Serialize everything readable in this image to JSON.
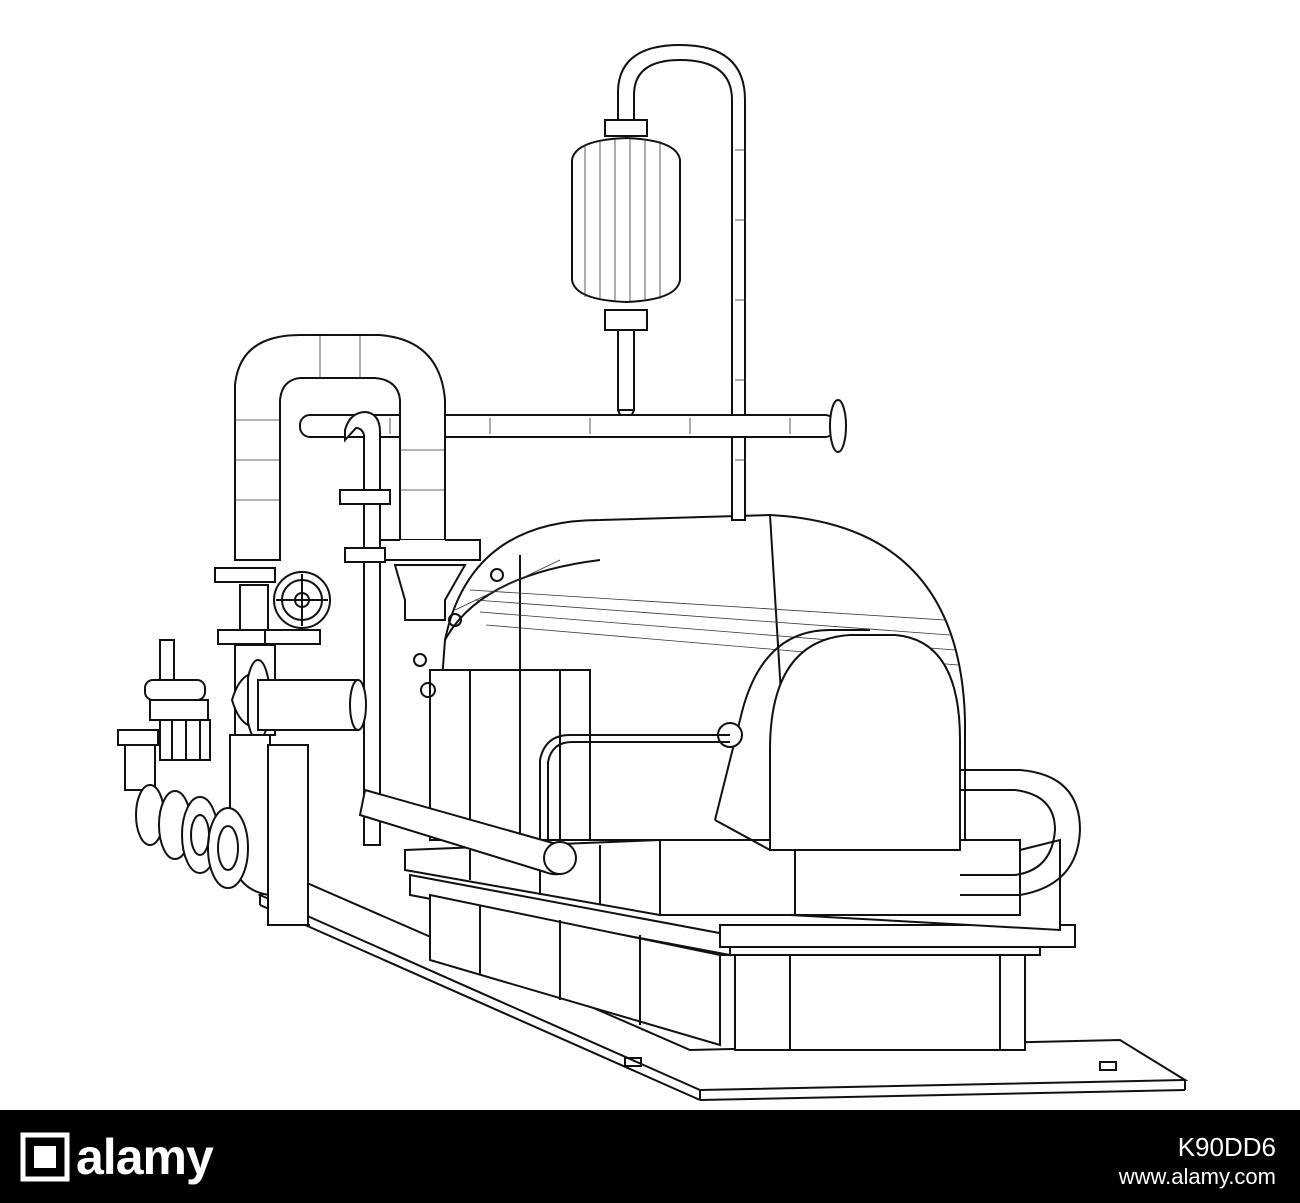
{
  "image": {
    "subject": "wireframe-technical-drawing"
  },
  "watermark": {
    "brand": "alamy",
    "stock_code": "K90DD6",
    "url": "www.alamy.com"
  },
  "colors": {
    "background": "#ffffff",
    "line": "#111111",
    "banner": "#000000",
    "banner_text": "#ffffff"
  }
}
